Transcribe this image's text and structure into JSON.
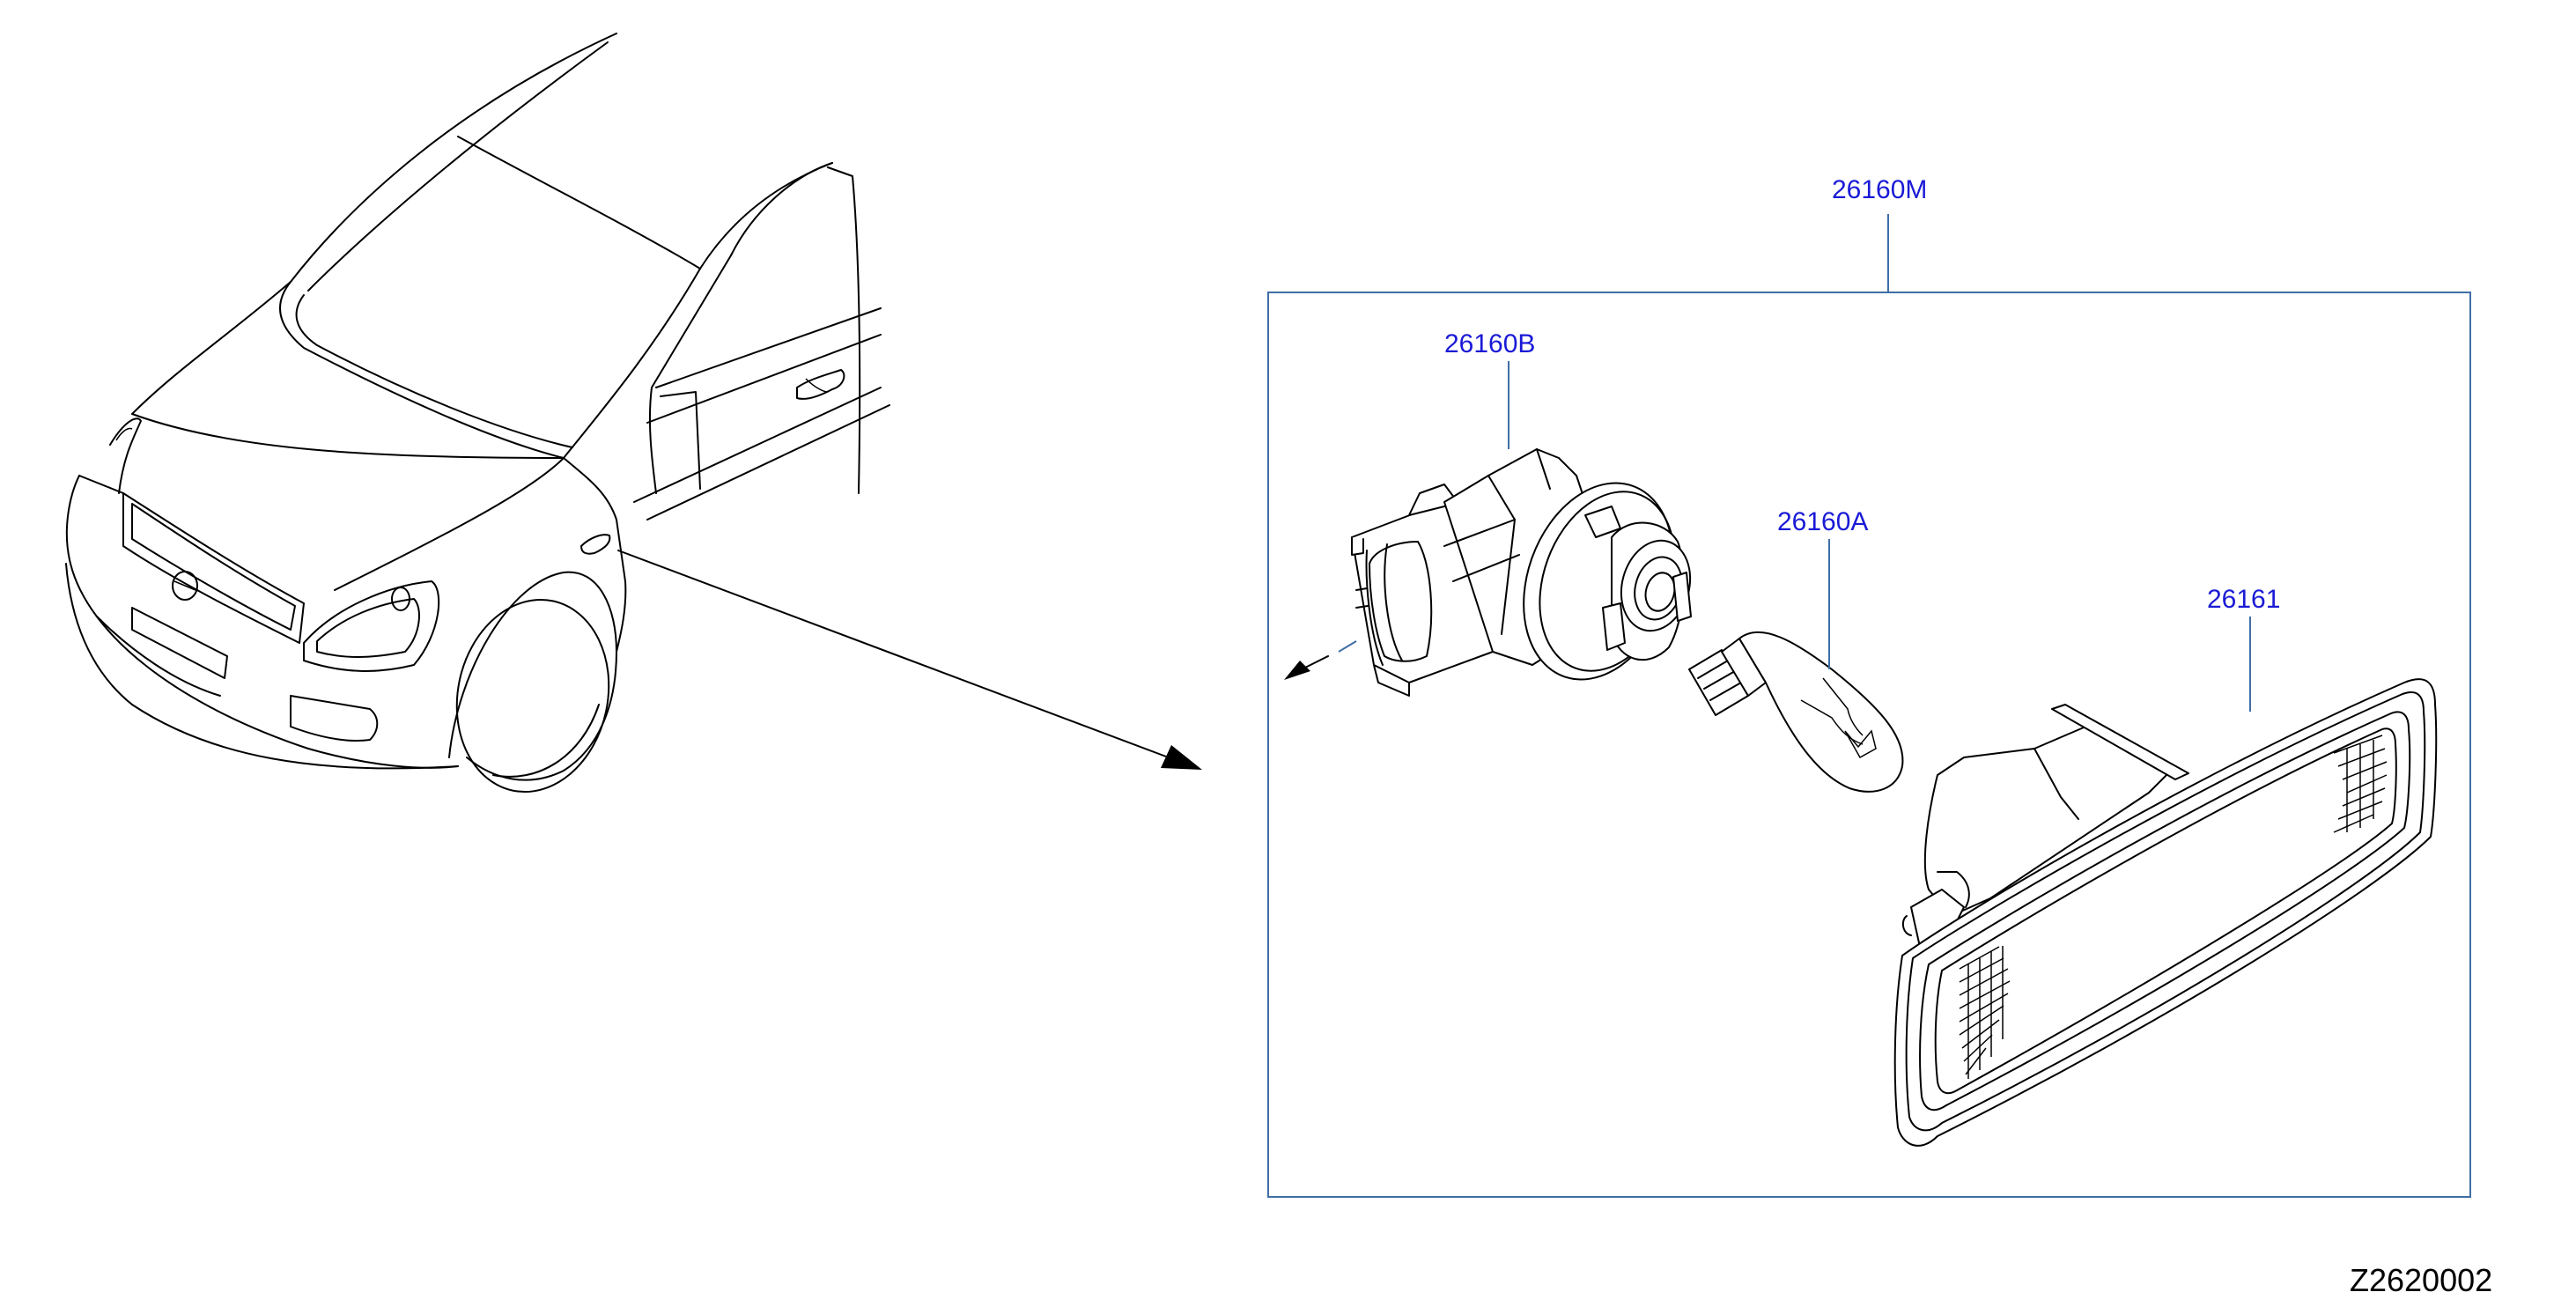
{
  "colors": {
    "label": "#1a1ad6",
    "leader": "#3f6ea6",
    "line": "#000000"
  },
  "parts": {
    "assembly": "26160M",
    "socket": "26160B",
    "bulb": "26160A",
    "lens": "26161"
  },
  "diagram_code": "Z2620002"
}
